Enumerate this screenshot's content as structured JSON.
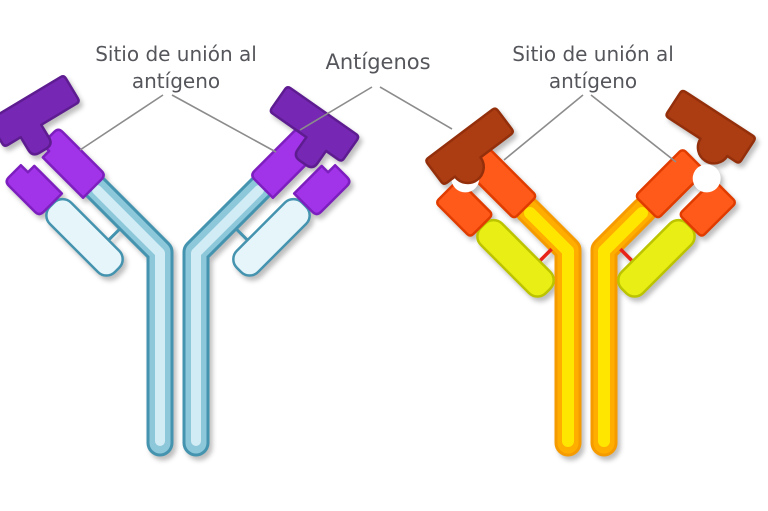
{
  "labels": {
    "left_binding_site": {
      "line1": "Sitio de unión al",
      "line2": "antígeno"
    },
    "antigens": "Antígenos",
    "right_binding_site": {
      "line1": "Sitio de unión al",
      "line2": "antígeno"
    }
  },
  "colors": {
    "text": "#55565B",
    "leader_line": "#8C8C8C",
    "background": "#FFFFFF",
    "ab1_border": "#4493AF",
    "ab1_body": "#8CC7DA",
    "ab1_highlight": "#D2ECF5",
    "ab1_light_chain": "#E6F5FA",
    "ab1_tip": "#A133E8",
    "ab1_tip_border": "#7C1FBE",
    "ab1_antigen": "#7627B4",
    "ab1_antigen_border": "#5E1C91",
    "ab2_border": "#F59B00",
    "ab2_body": "#FFAE00",
    "ab2_highlight": "#FFE600",
    "ab2_light_chain": "#E9EE14",
    "ab2_light_chain_border": "#BCC400",
    "ab2_tip": "#FF5A1A",
    "ab2_tip_border": "#E03C00",
    "ab2_antigen": "#AC3D12",
    "ab2_antigen_border": "#942F0B",
    "ab2_connector": "#E8241A"
  }
}
